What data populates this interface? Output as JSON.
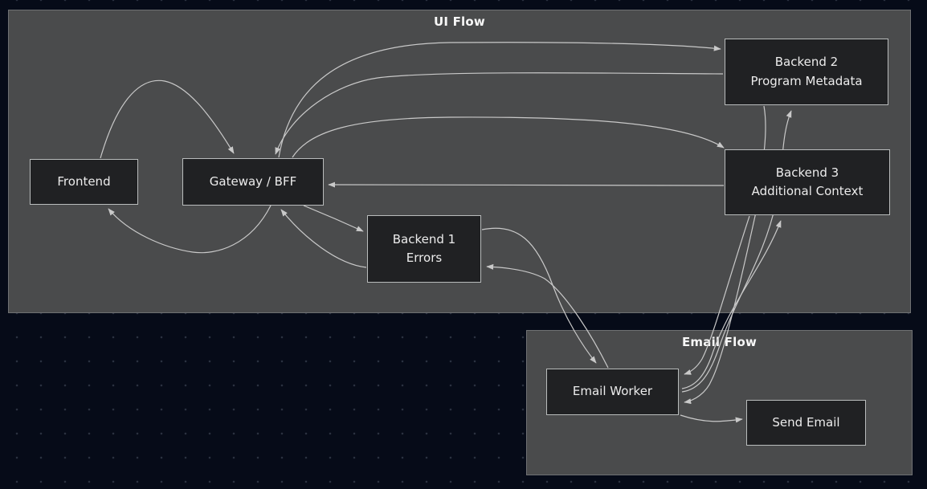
{
  "diagram": {
    "containers": {
      "ui_flow": {
        "title": "UI Flow"
      },
      "email_flow": {
        "title": "Email Flow"
      }
    },
    "nodes": {
      "frontend": {
        "label": "Frontend"
      },
      "gateway": {
        "label": "Gateway / BFF"
      },
      "backend1": {
        "line1": "Backend 1",
        "line2": "Errors"
      },
      "backend2": {
        "line1": "Backend 2",
        "line2": "Program Metadata"
      },
      "backend3": {
        "line1": "Backend 3",
        "line2": "Additional Context"
      },
      "email_worker": {
        "label": "Email Worker"
      },
      "send_email": {
        "label": "Send Email"
      }
    },
    "edges": [
      {
        "from": "frontend",
        "to": "gateway"
      },
      {
        "from": "gateway",
        "to": "frontend"
      },
      {
        "from": "gateway",
        "to": "backend2"
      },
      {
        "from": "backend2",
        "to": "gateway"
      },
      {
        "from": "gateway",
        "to": "backend3"
      },
      {
        "from": "backend3",
        "to": "gateway"
      },
      {
        "from": "gateway",
        "to": "backend1"
      },
      {
        "from": "backend1",
        "to": "gateway"
      },
      {
        "from": "backend1",
        "to": "email_worker"
      },
      {
        "from": "email_worker",
        "to": "backend1"
      },
      {
        "from": "backend3",
        "to": "email_worker"
      },
      {
        "from": "backend2",
        "to": "email_worker"
      },
      {
        "from": "email_worker",
        "to": "backend3"
      },
      {
        "from": "email_worker",
        "to": "backend2"
      },
      {
        "from": "email_worker",
        "to": "send_email"
      }
    ],
    "colors": {
      "page_background": "#060b18",
      "dot_grid": "#2a3140",
      "container_fill": "#4a4b4c",
      "container_border": "#6f7173",
      "node_fill": "#202123",
      "node_border": "#b9bcbc",
      "node_text": "#ececec",
      "title_text": "#f7f7f7",
      "arrow": "#c9c9c9"
    }
  }
}
